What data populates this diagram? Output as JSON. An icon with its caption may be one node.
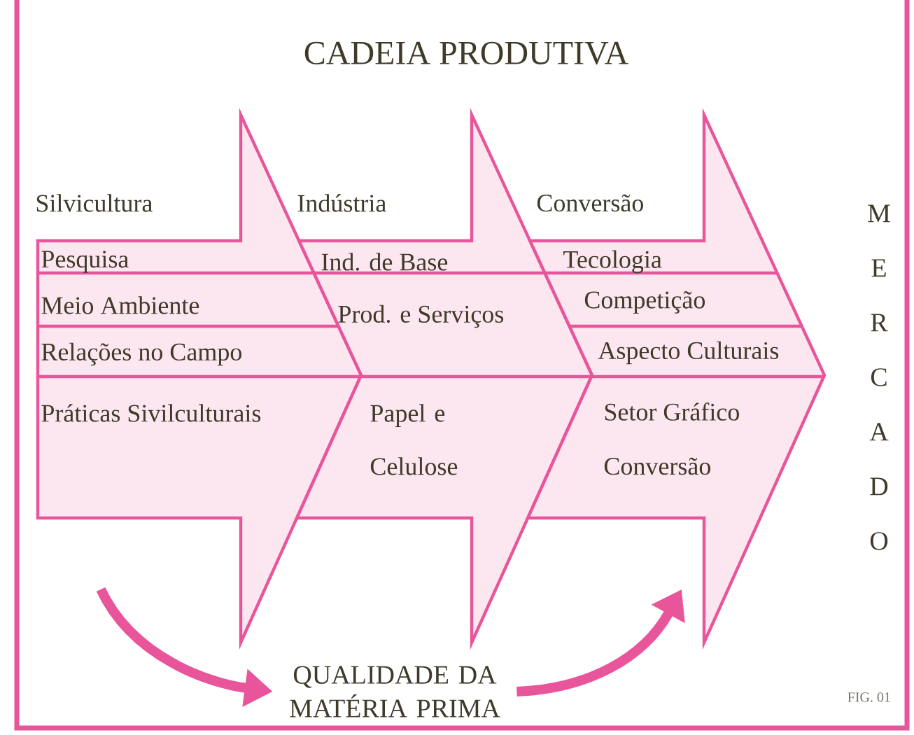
{
  "diagram": {
    "title": "CADEIA PRODUTIVA",
    "nodes": [
      {
        "text": [
          "Silvicultura",
          "Pesquisa",
          "Meio Ambiente",
          "Relações no Campo",
          "Práticas Sivilculturais"
        ]
      },
      {
        "text": [
          "Indústria",
          "Ind. de Base",
          "Prod. e Serviços",
          "Papel e Celulose"
        ]
      },
      {
        "text": [
          "Conversão",
          "Tecologia",
          "Competição",
          "Aspecto Culturais",
          "Setor Gráfico",
          "Conversão"
        ]
      },
      {
        "text": [
          "QUALIDADE DA MATÉRIA PRIMA"
        ]
      }
    ],
    "edges": [
      {
        "from": null,
        "to": 3,
        "arrow": "to"
      },
      {
        "from": 3,
        "to": null,
        "arrow": "to"
      }
    ],
    "labels": [
      "MERCADO",
      "FIG. 01"
    ]
  }
}
